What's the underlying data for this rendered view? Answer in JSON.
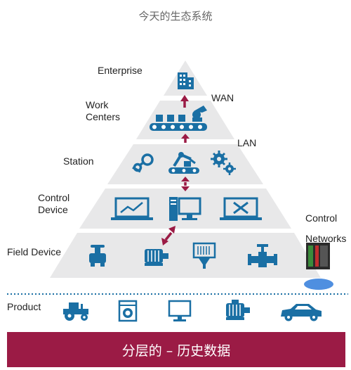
{
  "title": "今天的生态系统",
  "levels": {
    "enterprise": "Enterprise",
    "work_centers_line1": "Work",
    "work_centers_line2": "Centers",
    "station": "Station",
    "control_device_line1": "Control",
    "control_device_line2": "Device",
    "field_device": "Field Device",
    "product": "Product"
  },
  "networks": {
    "wan": "WAN",
    "lan": "LAN",
    "control_networks_line1": "Control",
    "control_networks_line2": "Networks"
  },
  "footer": "分层的 – 历史数据",
  "colors": {
    "pyramid": "#e8e8e9",
    "icon": "#1a6fa4",
    "arrow": "#9b1b45",
    "footer_bg": "#9b1b45",
    "ellipse": "#4f8fe0",
    "dotted": "#1a6fa4"
  },
  "icons": {
    "enterprise": [
      "building-icon"
    ],
    "work_centers": [
      "conveyor-robot-icon"
    ],
    "station": [
      "steam-icon",
      "robot-arm-conveyor-icon",
      "gears-icon"
    ],
    "control_device": [
      "laptop-chart-icon",
      "desktop-pc-icon",
      "laptop-tools-icon"
    ],
    "field_device": [
      "valve-icon",
      "motor-icon",
      "sensor-display-icon",
      "pipe-valve-icon"
    ],
    "product": [
      "tractor-icon",
      "washing-machine-icon",
      "monitor-icon",
      "motor-icon",
      "car-icon"
    ]
  }
}
